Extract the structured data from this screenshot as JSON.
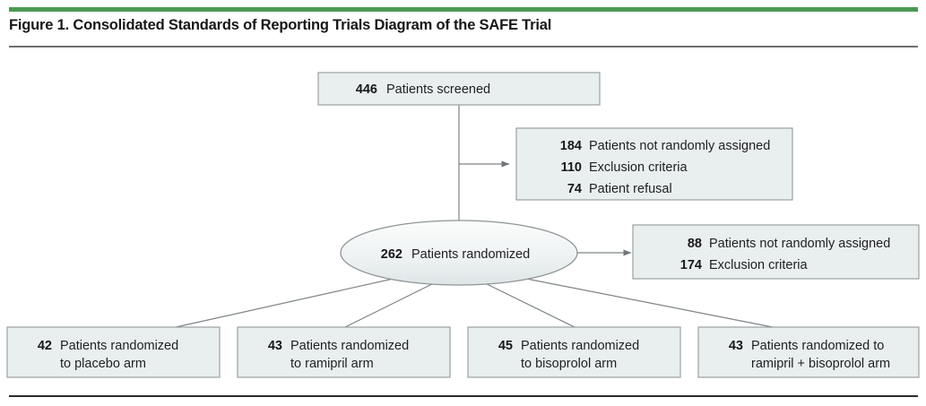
{
  "figure": {
    "title": "Figure 1. Consolidated Standards of Reporting Trials Diagram of the SAFE Trial",
    "accent_green": "#4a9a52",
    "box_fill": "#e9efef",
    "box_border": "#9aa0a2",
    "connector_color": "#7d8386",
    "title_rule_color": "#6e6e72",
    "bottom_rule_color": "#2b2b2e"
  },
  "chart_data": {
    "type": "diagram",
    "diagram_kind": "CONSORT flow diagram",
    "title": "Figure 1. Consolidated Standards of Reporting Trials Diagram of the SAFE Trial",
    "nodes": [
      {
        "id": "screened",
        "shape": "rect",
        "lines": [
          {
            "num": "446",
            "text": "Patients screened"
          }
        ]
      },
      {
        "id": "not-randomized-1",
        "shape": "rect",
        "lines": [
          {
            "num": "184",
            "text": "Patients not randomly assigned"
          },
          {
            "num": "110",
            "text": "Exclusion criteria"
          },
          {
            "num": "74",
            "text": "Patient refusal"
          }
        ]
      },
      {
        "id": "randomized",
        "shape": "ellipse",
        "lines": [
          {
            "num": "262",
            "text": "Patients randomized"
          }
        ]
      },
      {
        "id": "not-randomized-2",
        "shape": "rect",
        "lines": [
          {
            "num": "88",
            "text": "Patients not randomly assigned"
          },
          {
            "num": "174",
            "text": "Exclusion criteria"
          }
        ]
      },
      {
        "id": "arm-placebo",
        "shape": "rect",
        "lines": [
          {
            "num": "42",
            "text": "Patients randomized"
          },
          {
            "num": "",
            "text": "to placebo arm"
          }
        ]
      },
      {
        "id": "arm-ramipril",
        "shape": "rect",
        "lines": [
          {
            "num": "43",
            "text": "Patients randomized"
          },
          {
            "num": "",
            "text": "to ramipril arm"
          }
        ]
      },
      {
        "id": "arm-bisoprolol",
        "shape": "rect",
        "lines": [
          {
            "num": "45",
            "text": "Patients randomized"
          },
          {
            "num": "",
            "text": "to bisoprolol arm"
          }
        ]
      },
      {
        "id": "arm-combo",
        "shape": "rect",
        "lines": [
          {
            "num": "43",
            "text": "Patients randomized to"
          },
          {
            "num": "",
            "text": "ramipril + bisoprolol arm"
          }
        ]
      }
    ],
    "edges": [
      {
        "from": "screened",
        "to": "randomized",
        "style": "plain"
      },
      {
        "from": "screened",
        "to": "not-randomized-1",
        "style": "arrow"
      },
      {
        "from": "randomized",
        "to": "not-randomized-2",
        "style": "arrow"
      },
      {
        "from": "randomized",
        "to": "arm-placebo",
        "style": "plain"
      },
      {
        "from": "randomized",
        "to": "arm-ramipril",
        "style": "plain"
      },
      {
        "from": "randomized",
        "to": "arm-bisoprolol",
        "style": "plain"
      },
      {
        "from": "randomized",
        "to": "arm-combo",
        "style": "plain"
      }
    ]
  },
  "nodes": {
    "screened": {
      "n1": "446",
      "t1": "Patients screened"
    },
    "excluded1": {
      "n1": "184",
      "t1": "Patients not randomly assigned",
      "n2": "110",
      "t2": "Exclusion criteria",
      "n3": "74",
      "t3": "Patient refusal"
    },
    "randomized": {
      "n1": "262",
      "t1": "Patients randomized"
    },
    "excluded2": {
      "n1": "88",
      "t1": "Patients not randomly assigned",
      "n2": "174",
      "t2": "Exclusion criteria"
    },
    "placebo": {
      "n1": "42",
      "t1": "Patients randomized",
      "t2": "to placebo arm"
    },
    "ramipril": {
      "n1": "43",
      "t1": "Patients randomized",
      "t2": "to ramipril arm"
    },
    "bisoprolol": {
      "n1": "45",
      "t1": "Patients randomized",
      "t2": "to bisoprolol arm"
    },
    "combo": {
      "n1": "43",
      "t1": "Patients randomized to",
      "t2": "ramipril + bisoprolol arm"
    }
  }
}
